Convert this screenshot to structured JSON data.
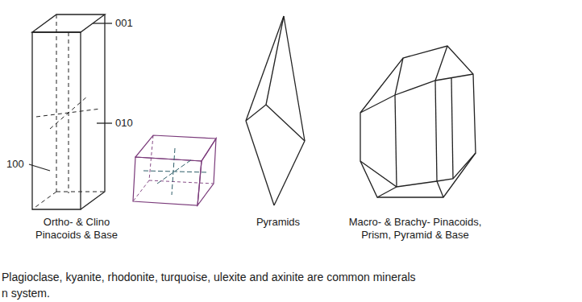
{
  "diagram": {
    "labels": [
      "001",
      "010",
      "100",
      "Ortho- & Clino Pinacoids & Base",
      "Pyramids",
      "Macro- & Brachy- Pinacoids, Prism, Pyramid & Base",
      "Plagioclase, kyanite, rhodonite, turquoise, ulexite and axinite are common minerals",
      "n system."
    ]
  }
}
